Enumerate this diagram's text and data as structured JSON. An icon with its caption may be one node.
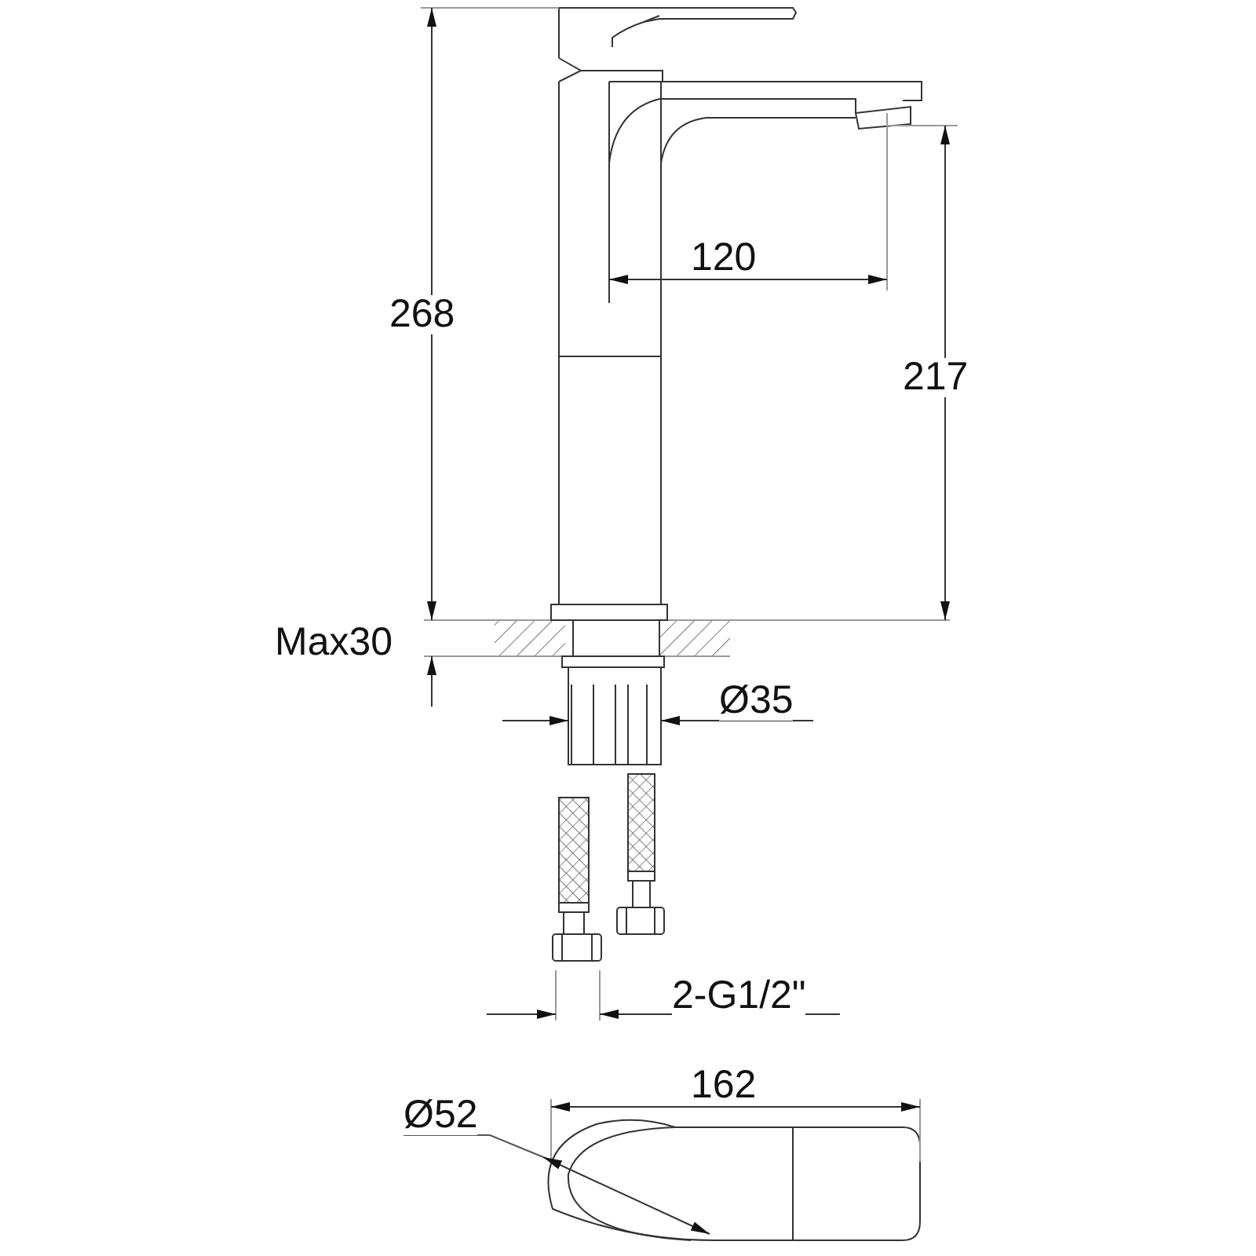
{
  "diagram": {
    "labels": [
      "268",
      "120",
      "217",
      "Max30",
      "Ø35",
      "2-G1/2\"",
      "162",
      "Ø52"
    ]
  }
}
